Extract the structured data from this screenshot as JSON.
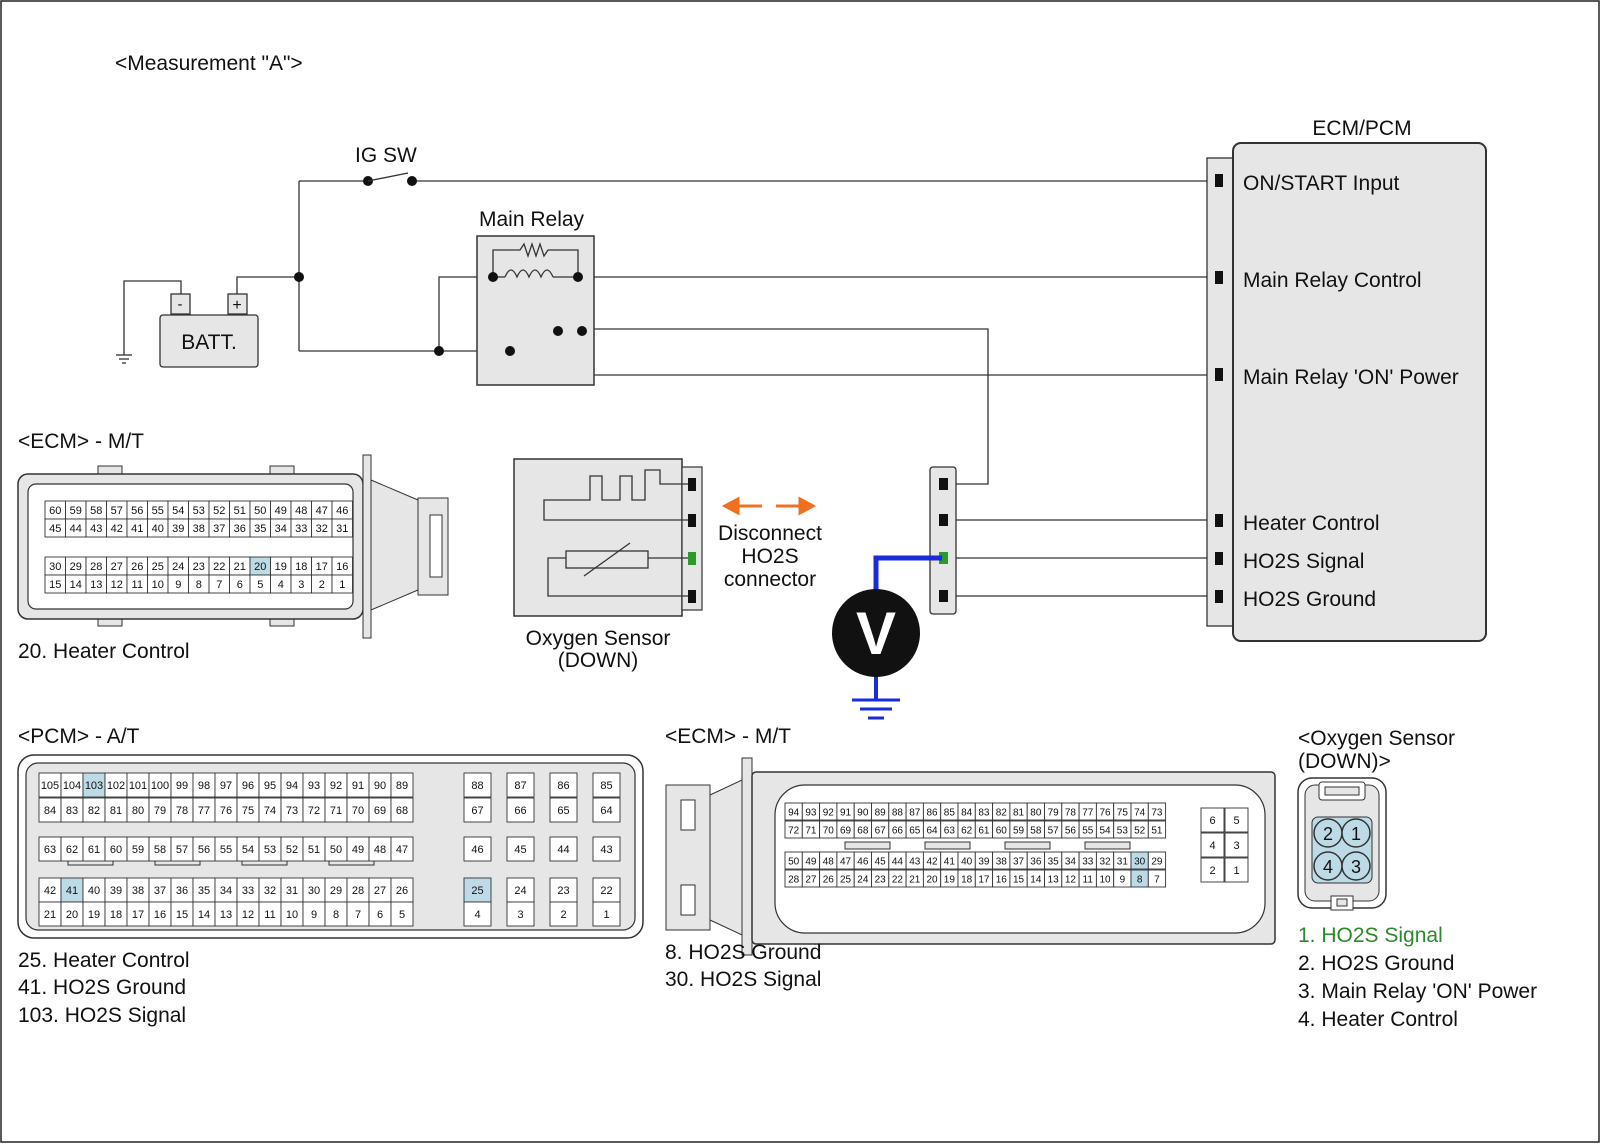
{
  "measurement_title": "<Measurement \"A\">",
  "schematic": {
    "ig_sw": "IG SW",
    "main_relay": "Main Relay",
    "battery": "BATT.",
    "battery_minus": "-",
    "battery_plus": "+",
    "ecm_pcm": "ECM/PCM",
    "terminals": [
      "ON/START Input",
      "Main Relay Control",
      "Main Relay 'ON' Power",
      "Heater Control",
      "HO2S Signal",
      "HO2S Ground"
    ],
    "oxygen_sensor_line1": "Oxygen Sensor",
    "oxygen_sensor_line2": "(DOWN)",
    "disconnect_lines": [
      "Disconnect",
      "HO2S",
      "connector"
    ],
    "voltmeter_symbol": "V"
  },
  "ecm_mt_top": {
    "title": "<ECM> - M/T",
    "rows": [
      [
        "60",
        "59",
        "58",
        "57",
        "56",
        "55",
        "54",
        "53",
        "52",
        "51",
        "50",
        "49",
        "48",
        "47",
        "46"
      ],
      [
        "45",
        "44",
        "43",
        "42",
        "41",
        "40",
        "39",
        "38",
        "37",
        "36",
        "35",
        "34",
        "33",
        "32",
        "31"
      ],
      [
        "30",
        "29",
        "28",
        "27",
        "26",
        "25",
        "24",
        "23",
        "22",
        "21",
        "20",
        "19",
        "18",
        "17",
        "16"
      ],
      [
        "15",
        "14",
        "13",
        "12",
        "11",
        "10",
        "9",
        "8",
        "7",
        "6",
        "5",
        "4",
        "3",
        "2",
        "1"
      ]
    ],
    "highlight": [
      "20"
    ],
    "note": "20. Heater Control"
  },
  "pcm_at": {
    "title": "<PCM> - A/T",
    "main_rows": [
      [
        "105",
        "104",
        "103",
        "102",
        "101",
        "100",
        "99",
        "98",
        "97",
        "96",
        "95",
        "94",
        "93",
        "92",
        "91",
        "90",
        "89"
      ],
      [
        "84",
        "83",
        "82",
        "81",
        "80",
        "79",
        "78",
        "77",
        "76",
        "75",
        "74",
        "73",
        "72",
        "71",
        "70",
        "69",
        "68"
      ],
      [
        "63",
        "62",
        "61",
        "60",
        "59",
        "58",
        "57",
        "56",
        "55",
        "54",
        "53",
        "52",
        "51",
        "50",
        "49",
        "48",
        "47"
      ],
      [
        "42",
        "41",
        "40",
        "39",
        "38",
        "37",
        "36",
        "35",
        "34",
        "33",
        "32",
        "31",
        "30",
        "29",
        "28",
        "27",
        "26"
      ],
      [
        "21",
        "20",
        "19",
        "18",
        "17",
        "16",
        "15",
        "14",
        "13",
        "12",
        "11",
        "10",
        "9",
        "8",
        "7",
        "6",
        "5"
      ]
    ],
    "side_rows": [
      [
        "88",
        "87",
        "86",
        "85"
      ],
      [
        "67",
        "66",
        "65",
        "64"
      ],
      [
        "46",
        "45",
        "44",
        "43"
      ],
      [
        "25",
        "24",
        "23",
        "22"
      ],
      [
        "4",
        "3",
        "2",
        "1"
      ]
    ],
    "highlight": [
      "25",
      "41",
      "103"
    ],
    "notes": [
      "25. Heater Control",
      "41. HO2S Ground",
      "103. HO2S Signal"
    ]
  },
  "ecm_mt_bottom": {
    "title": "<ECM> - M/T",
    "rows": [
      [
        "94",
        "93",
        "92",
        "91",
        "90",
        "89",
        "88",
        "87",
        "86",
        "85",
        "84",
        "83",
        "82",
        "81",
        "80",
        "79",
        "78",
        "77",
        "76",
        "75",
        "74",
        "73"
      ],
      [
        "72",
        "71",
        "70",
        "69",
        "68",
        "67",
        "66",
        "65",
        "64",
        "63",
        "62",
        "61",
        "60",
        "59",
        "58",
        "57",
        "56",
        "55",
        "54",
        "53",
        "52",
        "51"
      ],
      [
        "50",
        "49",
        "48",
        "47",
        "46",
        "45",
        "44",
        "43",
        "42",
        "41",
        "40",
        "39",
        "38",
        "37",
        "36",
        "35",
        "34",
        "33",
        "32",
        "31",
        "30",
        "29"
      ],
      [
        "28",
        "27",
        "26",
        "25",
        "24",
        "23",
        "22",
        "21",
        "20",
        "19",
        "18",
        "17",
        "16",
        "15",
        "14",
        "13",
        "12",
        "11",
        "10",
        "9",
        "8",
        "7"
      ]
    ],
    "side_rows": [
      [
        "6",
        "5"
      ],
      [
        "4",
        "3"
      ],
      [
        "2",
        "1"
      ]
    ],
    "highlight": [
      "8",
      "30"
    ],
    "notes": [
      "8. HO2S Ground",
      "30. HO2S Signal"
    ]
  },
  "o2_connector": {
    "title_line1": "<Oxygen Sensor",
    "title_line2": "(DOWN)>",
    "pins": [
      "2",
      "1",
      "4",
      "3"
    ],
    "notes": [
      "1. HO2S Signal",
      "2. HO2S Ground",
      "3. Main Relay 'ON' Power",
      "4. Heater Control"
    ]
  },
  "colors": {
    "wire": "#333333",
    "probe": "#1a2bd8",
    "arrow": "#f07020",
    "highlight_pin": "#bcdbe6",
    "signal_text": "#2a8a2a",
    "connector_fill": "#e6e6e6"
  }
}
